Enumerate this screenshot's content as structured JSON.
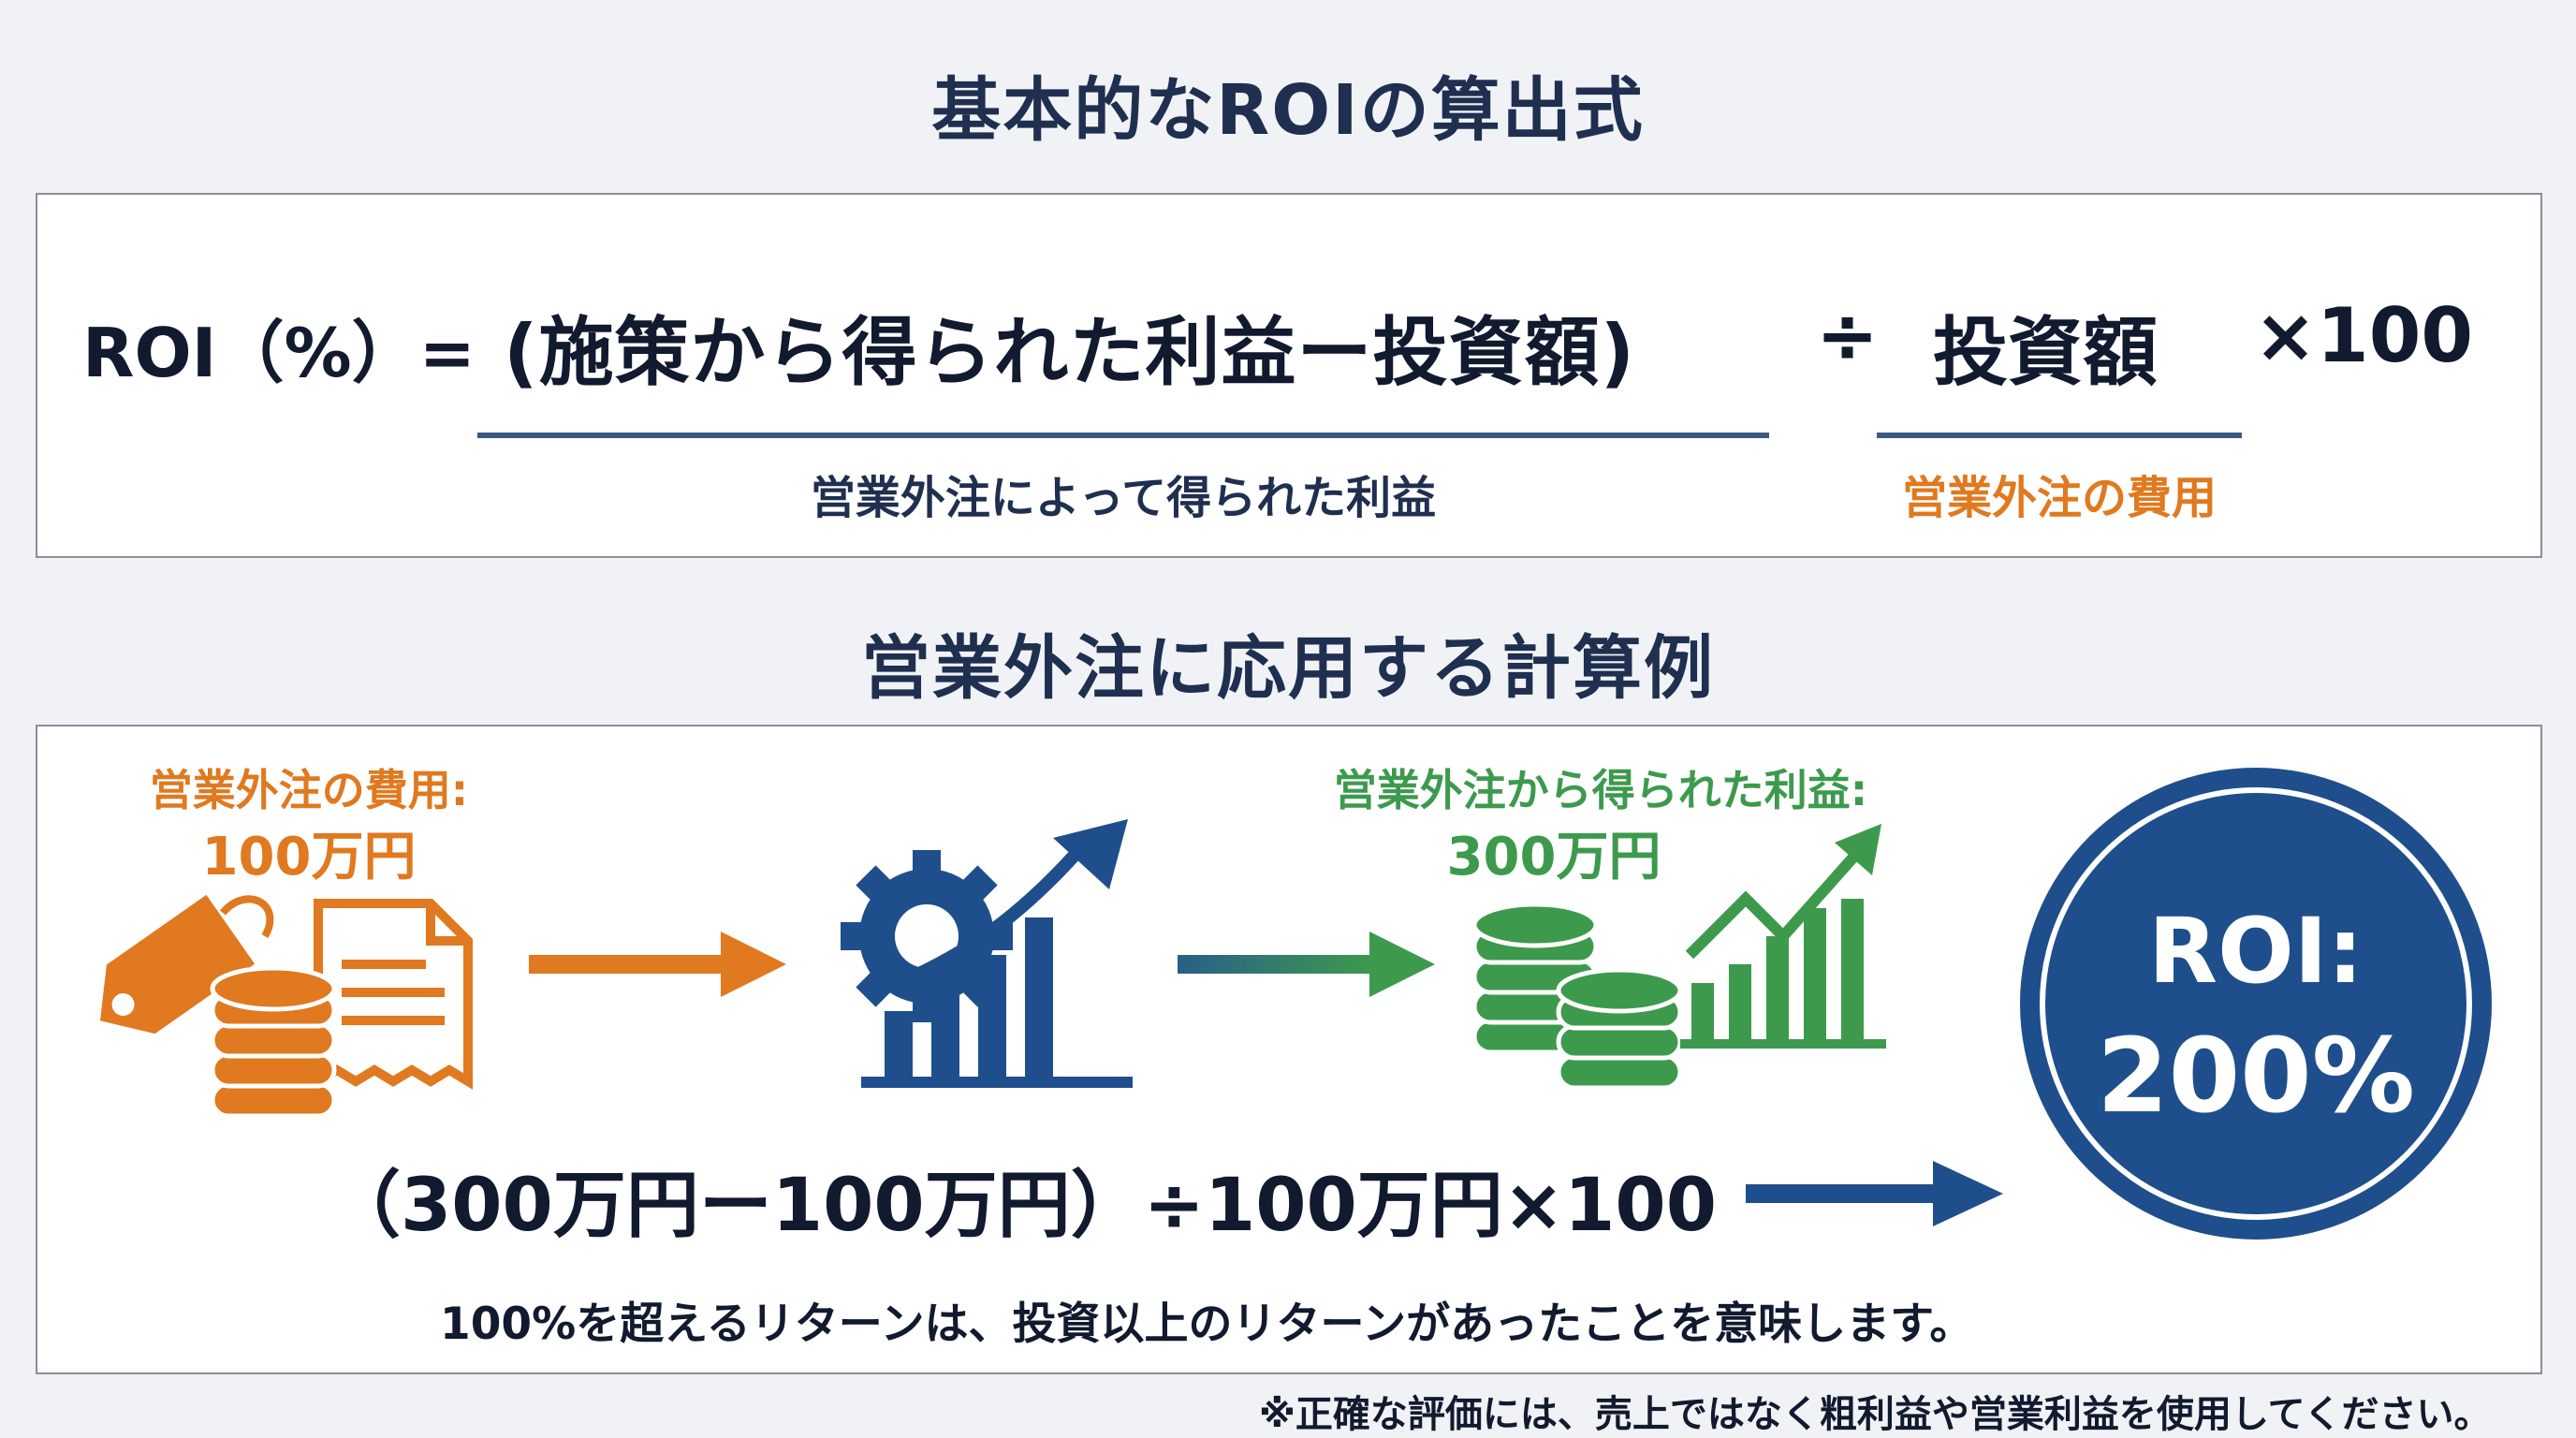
{
  "section1": {
    "title": "基本的なROIの算出式",
    "formula": {
      "lhs": "ROI（%）=",
      "numerator": "(施策から得られた利益ー投資額)",
      "divide": "÷",
      "denominator": "投資額",
      "multiplier": "×100"
    },
    "labels": {
      "profit": "営業外注によって得られた利益",
      "cost": "営業外注の費用"
    }
  },
  "section2": {
    "title": "営業外注に応用する計算例",
    "cost_label": "営業外注の費用:",
    "cost_value": "100万円",
    "profit_label": "営業外注から得られた利益:",
    "profit_value": "300万円",
    "calculation": "（300万円ー100万円）÷100万円×100",
    "result_line1": "ROI:",
    "result_line2": "200%",
    "explanation": "100%を超えるリターンは、投資以上のリターンがあったことを意味します。"
  },
  "footnote": "※正確な評価には、売上ではなく粗利益や営業利益を使用してください。",
  "colors": {
    "navy": "#1f2f4f",
    "orange": "#e0791f",
    "green": "#3d9a4d",
    "blue": "#1f4e8c"
  },
  "icons": [
    "price-tag-icon",
    "coin-stack-icon",
    "receipt-icon",
    "gear-icon",
    "bar-chart-growth-icon",
    "arrow-right-icon",
    "roi-circle-badge"
  ]
}
